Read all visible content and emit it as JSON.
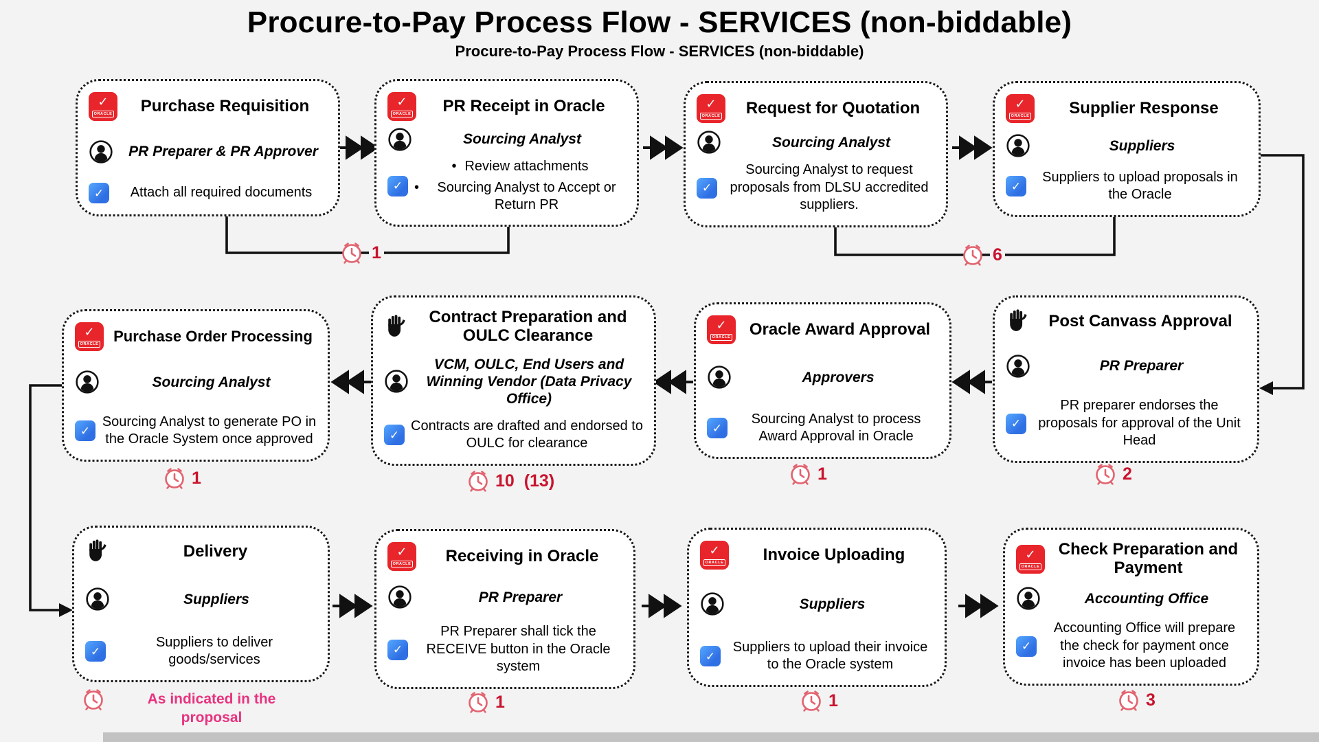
{
  "title": "Procure-to-Pay Process Flow - SERVICES (non-biddable)",
  "subtitle": "Procure-to-Pay Process Flow - SERVICES (non-biddable)",
  "labels": {
    "oracle": "ORACLE"
  },
  "colors": {
    "oracle_red": "#e8252a",
    "tasks_blue": "#2f6fe4",
    "duration_red": "#c9132e",
    "clock_pink": "#e2636f",
    "note_pink": "#e8337f"
  },
  "icons": {
    "header_variants": [
      "oracle-app-icon",
      "hand-icon"
    ],
    "role_icon": "person-icon",
    "task_icon": "tasks-icon",
    "duration_icon": "clock-icon"
  },
  "steps": [
    {
      "title": "Purchase Requisition",
      "icon": "oracle-app-icon",
      "role": "PR Preparer & PR Approver",
      "task": "Attach all required documents"
    },
    {
      "title": "PR Receipt in Oracle",
      "icon": "oracle-app-icon",
      "role": "Sourcing Analyst",
      "bullets": [
        "Review attachments",
        "Sourcing Analyst to Accept or Return PR"
      ]
    },
    {
      "title": "Request for Quotation",
      "icon": "oracle-app-icon",
      "role": "Sourcing Analyst",
      "task": "Sourcing Analyst to request proposals from DLSU accredited suppliers."
    },
    {
      "title": "Supplier Response",
      "icon": "oracle-app-icon",
      "role": "Suppliers",
      "task": "Suppliers to upload proposals in the Oracle"
    },
    {
      "title": "Purchase Order Processing",
      "icon": "oracle-app-icon",
      "role": "Sourcing Analyst",
      "task": "Sourcing Analyst to generate PO in the Oracle System once approved",
      "duration": "1"
    },
    {
      "title": "Contract Preparation and OULC Clearance",
      "icon": "hand-icon",
      "role": "VCM, OULC, End Users and Winning Vendor (Data Privacy Office)",
      "task": "Contracts are drafted and endorsed to OULC for clearance",
      "duration": "10  (13)"
    },
    {
      "title": "Oracle Award Approval",
      "icon": "oracle-app-icon",
      "role": "Approvers",
      "task": "Sourcing Analyst to process Award Approval in Oracle",
      "duration": "1"
    },
    {
      "title": "Post Canvass Approval",
      "icon": "hand-icon",
      "role": "PR Preparer",
      "task": "PR preparer endorses the proposals for approval of the Unit Head",
      "duration": "2"
    },
    {
      "title": "Delivery",
      "icon": "hand-icon",
      "role": "Suppliers",
      "task": "Suppliers to deliver goods/services",
      "duration": "As indicated in the proposal"
    },
    {
      "title": "Receiving in Oracle",
      "icon": "oracle-app-icon",
      "role": "PR Preparer",
      "task": "PR Preparer shall tick the RECEIVE button in the Oracle system",
      "duration": "1"
    },
    {
      "title": "Invoice Uploading",
      "icon": "oracle-app-icon",
      "role": "Suppliers",
      "task": "Suppliers to upload their invoice to the Oracle system",
      "duration": "1"
    },
    {
      "title": "Check Preparation and Payment",
      "icon": "oracle-app-icon",
      "role": "Accounting Office",
      "task": "Accounting Office will prepare the check for payment once invoice has been uploaded",
      "duration": "3"
    }
  ],
  "shared_durations": [
    {
      "between": "Purchase Requisition & PR Receipt in Oracle",
      "value": "1"
    },
    {
      "between": "Request for Quotation & Supplier Response",
      "value": "6"
    }
  ]
}
